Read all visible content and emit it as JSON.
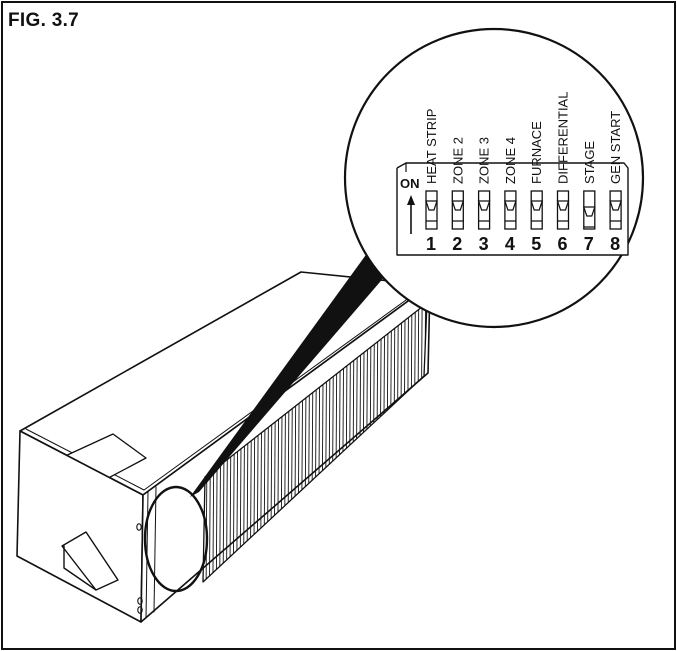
{
  "figure": {
    "title": "FIG. 3.7"
  },
  "dip_switch": {
    "on_label": "ON",
    "switches": [
      {
        "number": "1",
        "label": "HEAT STRIP"
      },
      {
        "number": "2",
        "label": "ZONE 2"
      },
      {
        "number": "3",
        "label": "ZONE 3"
      },
      {
        "number": "4",
        "label": "ZONE 4"
      },
      {
        "number": "5",
        "label": "FURNACE"
      },
      {
        "number": "6",
        "label": "DIFFERENTIAL"
      },
      {
        "number": "7",
        "label": "STAGE"
      },
      {
        "number": "8",
        "label": "GEN START"
      }
    ]
  }
}
